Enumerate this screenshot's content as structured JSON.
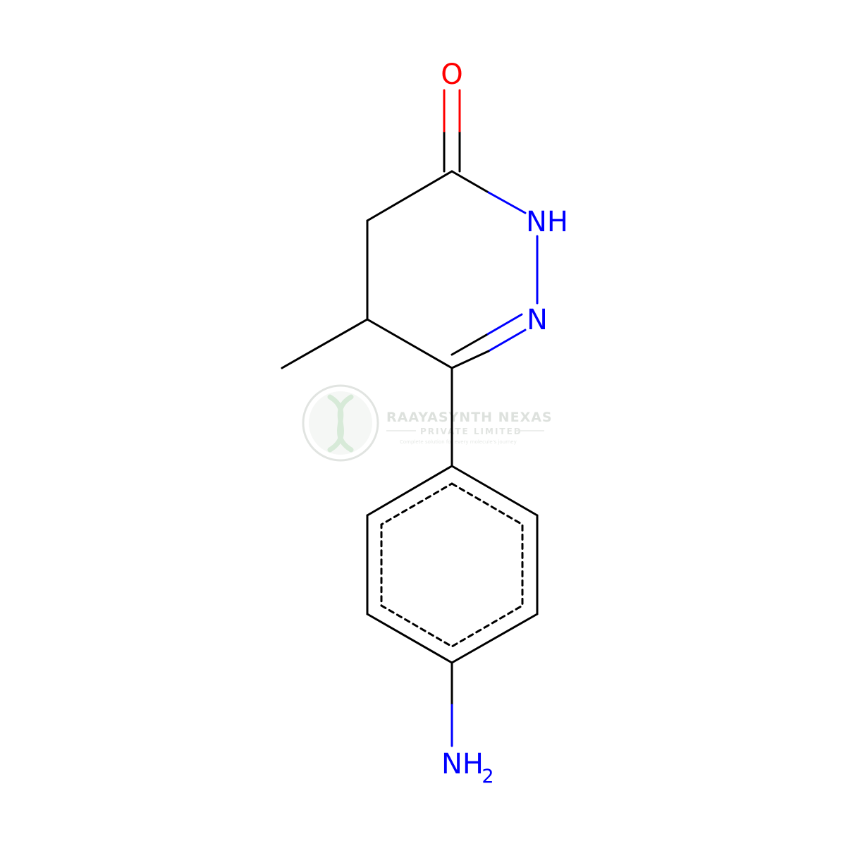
{
  "molecule": {
    "atoms": {
      "oxygen": "O",
      "nh_ring": "NH",
      "n_ring": "N",
      "amine_n": "NH",
      "amine_sub": "2"
    }
  },
  "colors": {
    "carbon_bond": "#000000",
    "nitrogen": "#0000ff",
    "oxygen": "#ff0000",
    "watermark": "#bfc6c0"
  },
  "watermark": {
    "company": "RAAYASYNTH NEXAS",
    "subtitle": "PRIVATE LIMITED",
    "tagline": "Complete solution for every molecule's journey"
  }
}
